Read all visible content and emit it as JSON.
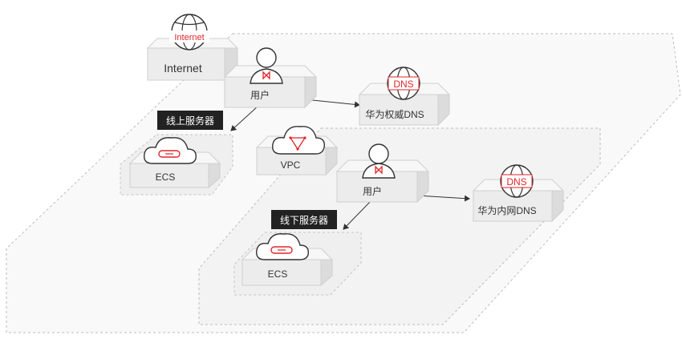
{
  "colors": {
    "accent": "#e0262a",
    "box_top": "#f7f7f7",
    "box_side": "#dcdcdc",
    "box_front": "#ececec",
    "tag_bg": "#222222",
    "platform_fill": "#f6f6f6",
    "dashed_line": "#bdbdbd"
  },
  "nodes": {
    "internet": {
      "label": "Internet",
      "icon": "globe-icon",
      "icon_text": "Internet"
    },
    "user_top": {
      "label": "用户",
      "icon": "user-icon"
    },
    "dns_public": {
      "label": "华为权威DNS",
      "icon": "globe-icon",
      "icon_text": "DNS"
    },
    "ecs_online": {
      "label": "ECS",
      "icon": "cloud-server-icon"
    },
    "vpc": {
      "label": "VPC",
      "icon": "cloud-vpc-icon"
    },
    "user_vpc": {
      "label": "用户",
      "icon": "user-icon"
    },
    "dns_private": {
      "label": "华为内网DNS",
      "icon": "globe-icon",
      "icon_text": "DNS"
    },
    "ecs_offline": {
      "label": "ECS",
      "icon": "cloud-server-icon"
    }
  },
  "tags": {
    "online_server": "线上服务器",
    "offline_server": "线下服务器"
  }
}
